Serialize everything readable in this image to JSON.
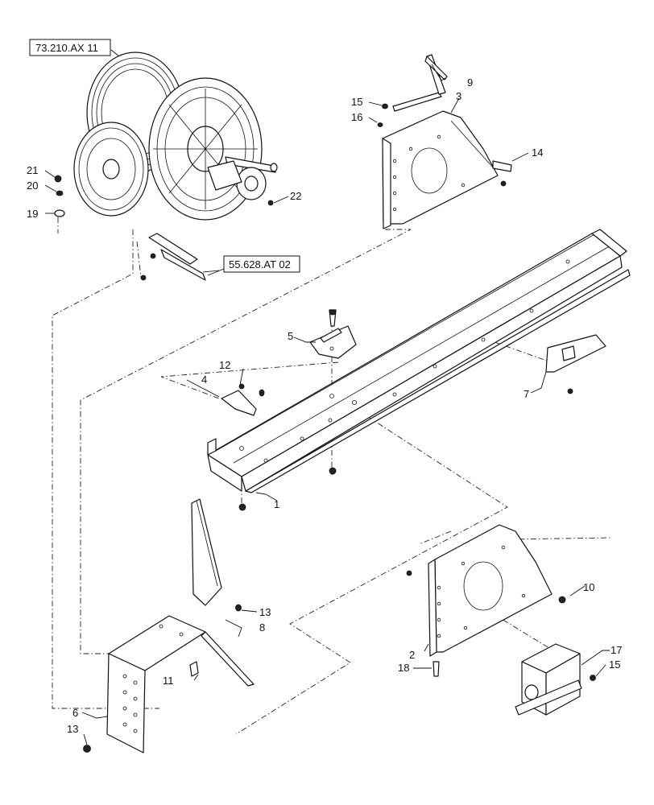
{
  "references": {
    "pulley_ref": "73.210.AX 11",
    "sensor_ref": "55.628.AT 02"
  },
  "callouts": {
    "c1": "1",
    "c2": "2",
    "c3": "3",
    "c4": "4",
    "c5": "5",
    "c6": "6",
    "c7": "7",
    "c8": "8",
    "c9": "9",
    "c10": "10",
    "c11": "11",
    "c12": "12",
    "c13a": "13",
    "c13b": "13",
    "c14": "14",
    "c15a": "15",
    "c15b": "15",
    "c16": "16",
    "c17": "17",
    "c18": "18",
    "c19": "19",
    "c20": "20",
    "c21": "21",
    "c22": "22"
  }
}
